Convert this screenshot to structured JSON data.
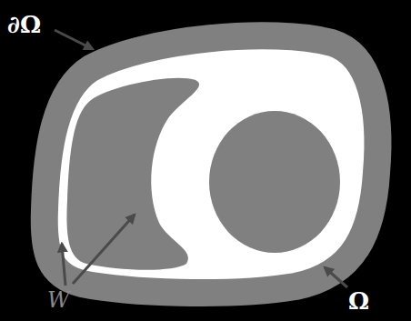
{
  "diagram": {
    "labels": [
      "∂Ω",
      "Ω",
      "W"
    ]
  }
}
